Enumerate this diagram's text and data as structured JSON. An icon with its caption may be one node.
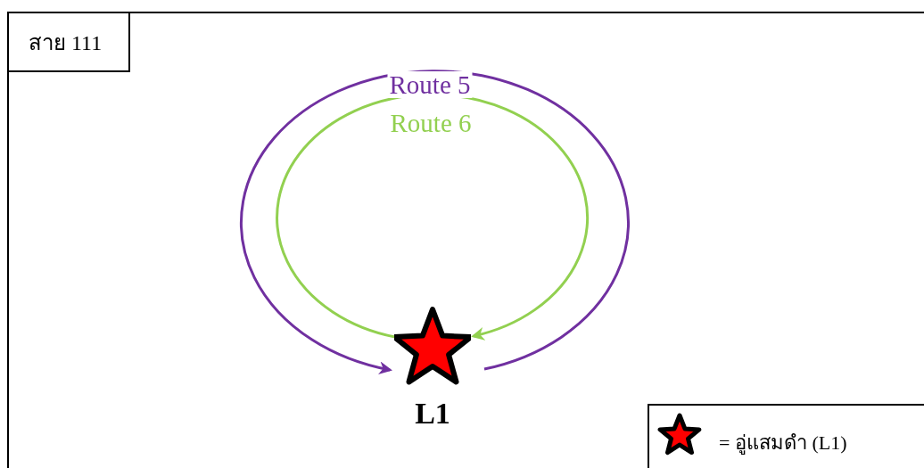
{
  "diagram": {
    "nodes": [
      {
        "text": [
          "สาย 111"
        ]
      },
      {
        "text": [],
        "shape": "star",
        "beside": [
          "L1"
        ]
      }
    ],
    "edges": [
      {
        "from": 1,
        "to": 1,
        "arrow": "to",
        "label": "Route 5",
        "color": "#7030a0"
      },
      {
        "from": 1,
        "to": 1,
        "arrow": "to",
        "label": "Route 6",
        "color": "#92d050"
      }
    ],
    "legend": [
      {
        "text": "= อู่แสมดำ (L1)"
      }
    ]
  }
}
